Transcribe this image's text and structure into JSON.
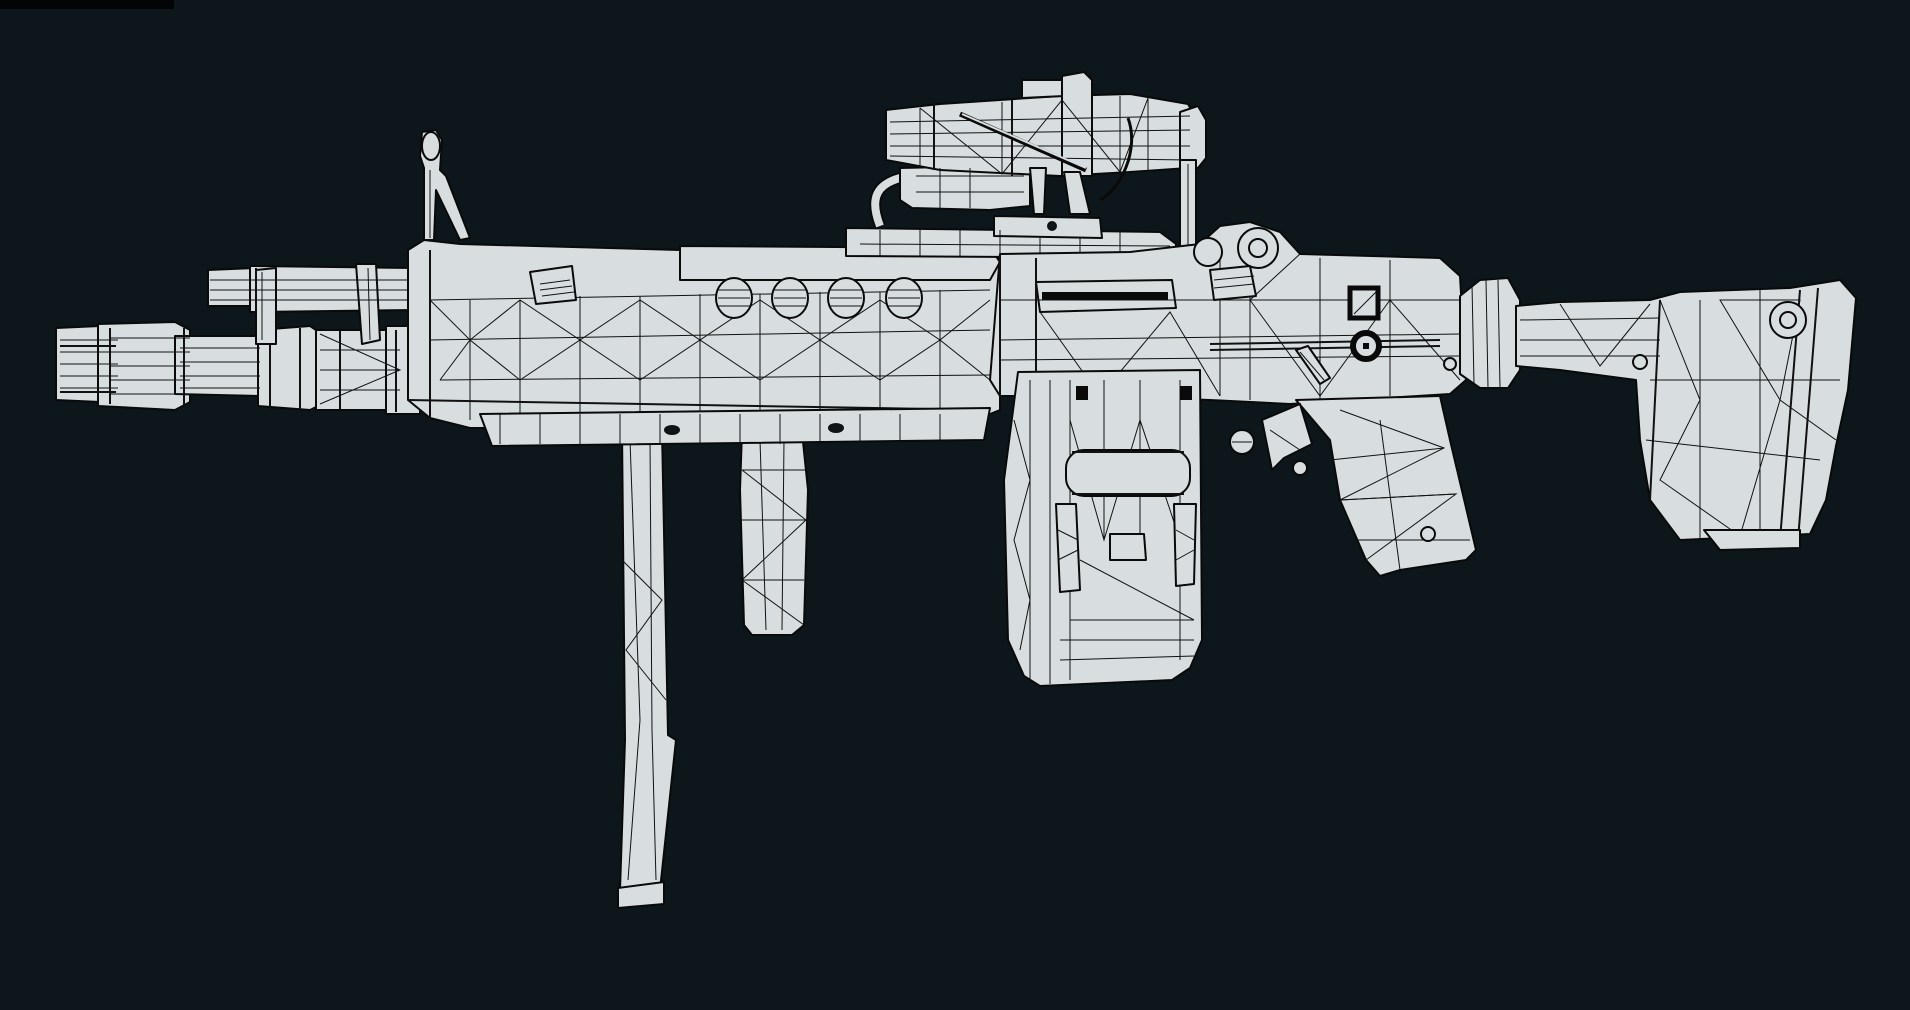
{
  "scene": {
    "description": "3D wireframe render of a light machine gun model (side view)",
    "render_mode": "wireframe-on-shaded",
    "background_color": "#0c161b",
    "mesh_fill_color": "#d8dedf",
    "wire_color": "#0a0a0a",
    "top_left_bar_color": "#020406"
  },
  "model": {
    "parts": [
      {
        "id": "barrel",
        "label": "Barrel with flash hider"
      },
      {
        "id": "gas-tube",
        "label": "Gas tube"
      },
      {
        "id": "front-sight",
        "label": "Front sight post"
      },
      {
        "id": "handguard",
        "label": "Handguard with vent holes"
      },
      {
        "id": "scope",
        "label": "Optic / scope"
      },
      {
        "id": "receiver",
        "label": "Receiver"
      },
      {
        "id": "drum-magazine",
        "label": "Ammo box / drum magazine"
      },
      {
        "id": "bipod",
        "label": "Bipod leg"
      },
      {
        "id": "foregrip",
        "label": "Vertical foregrip"
      },
      {
        "id": "pistol-grip",
        "label": "Pistol grip"
      },
      {
        "id": "stock",
        "label": "Buttstock"
      }
    ]
  }
}
